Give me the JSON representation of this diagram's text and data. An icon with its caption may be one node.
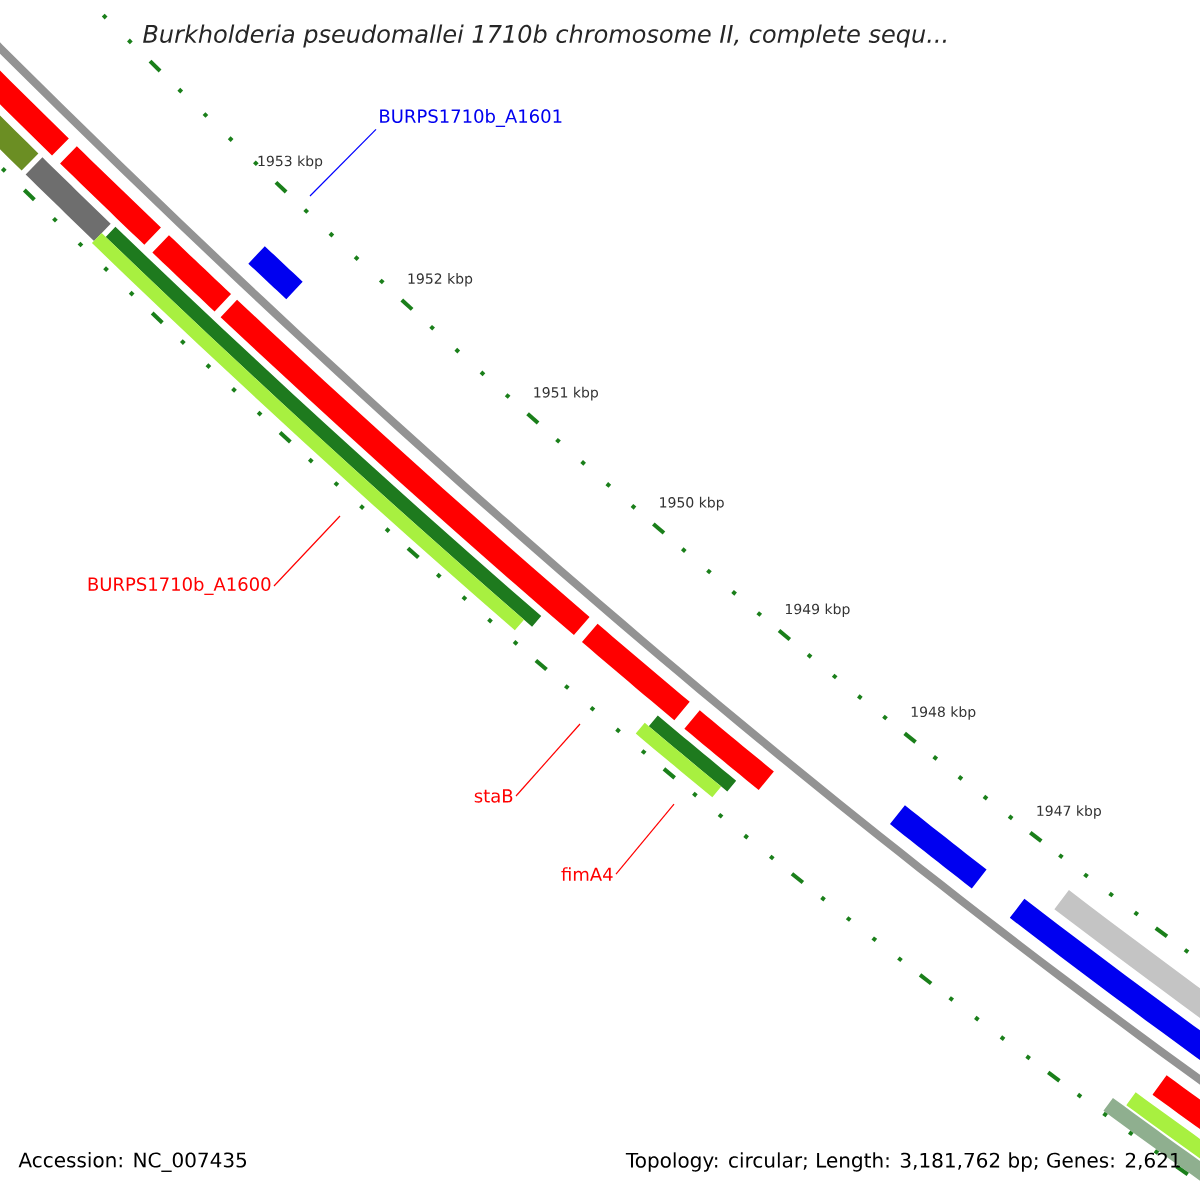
{
  "diagram": {
    "title": "Burkholderia pseudomallei 1710b chromosome II, complete sequ...",
    "nodes": [
      {
        "text": [
          "BURPS1710b_A1601"
        ]
      },
      {
        "text": [
          "BURPS1710b_A1600"
        ]
      },
      {
        "text": [
          "staB"
        ]
      },
      {
        "text": [
          "fimA4"
        ]
      }
    ],
    "edges": [
      {
        "from": 0,
        "to": null,
        "arrow": "none",
        "color": "#0000ff"
      },
      {
        "from": 1,
        "to": null,
        "arrow": "none"
      },
      {
        "from": 2,
        "to": null,
        "arrow": "none"
      },
      {
        "from": 3,
        "to": null,
        "arrow": "none"
      }
    ],
    "labels": [
      "1953 kbp",
      "1952 kbp",
      "1951 kbp",
      "1950 kbp",
      "1949 kbp",
      "1948 kbp",
      "1947 kbp",
      "Accession: NC_007435",
      "Topology: circular; Length: 3,181,762 bp; Genes: 2,621"
    ]
  }
}
